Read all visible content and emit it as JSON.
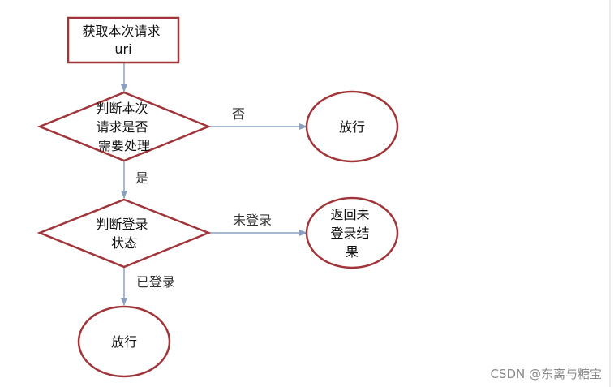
{
  "nodes": {
    "get_uri": [
      "获取本次请求",
      "uri"
    ],
    "need_process": [
      "判断本次",
      "请求是否",
      "需要处理"
    ],
    "pass_1": [
      "放行"
    ],
    "check_login": [
      "判断登录",
      "状态"
    ],
    "return_unlogged": [
      "返回未",
      "登录结",
      "果"
    ],
    "pass_2": [
      "放行"
    ]
  },
  "edges": {
    "no": "否",
    "yes": "是",
    "not_logged_in": "未登录",
    "logged_in": "已登录"
  },
  "watermark": "CSDN @东离与糖宝",
  "colors": {
    "shape_stroke": "#a0353a",
    "connector": "#8aa0c0"
  }
}
